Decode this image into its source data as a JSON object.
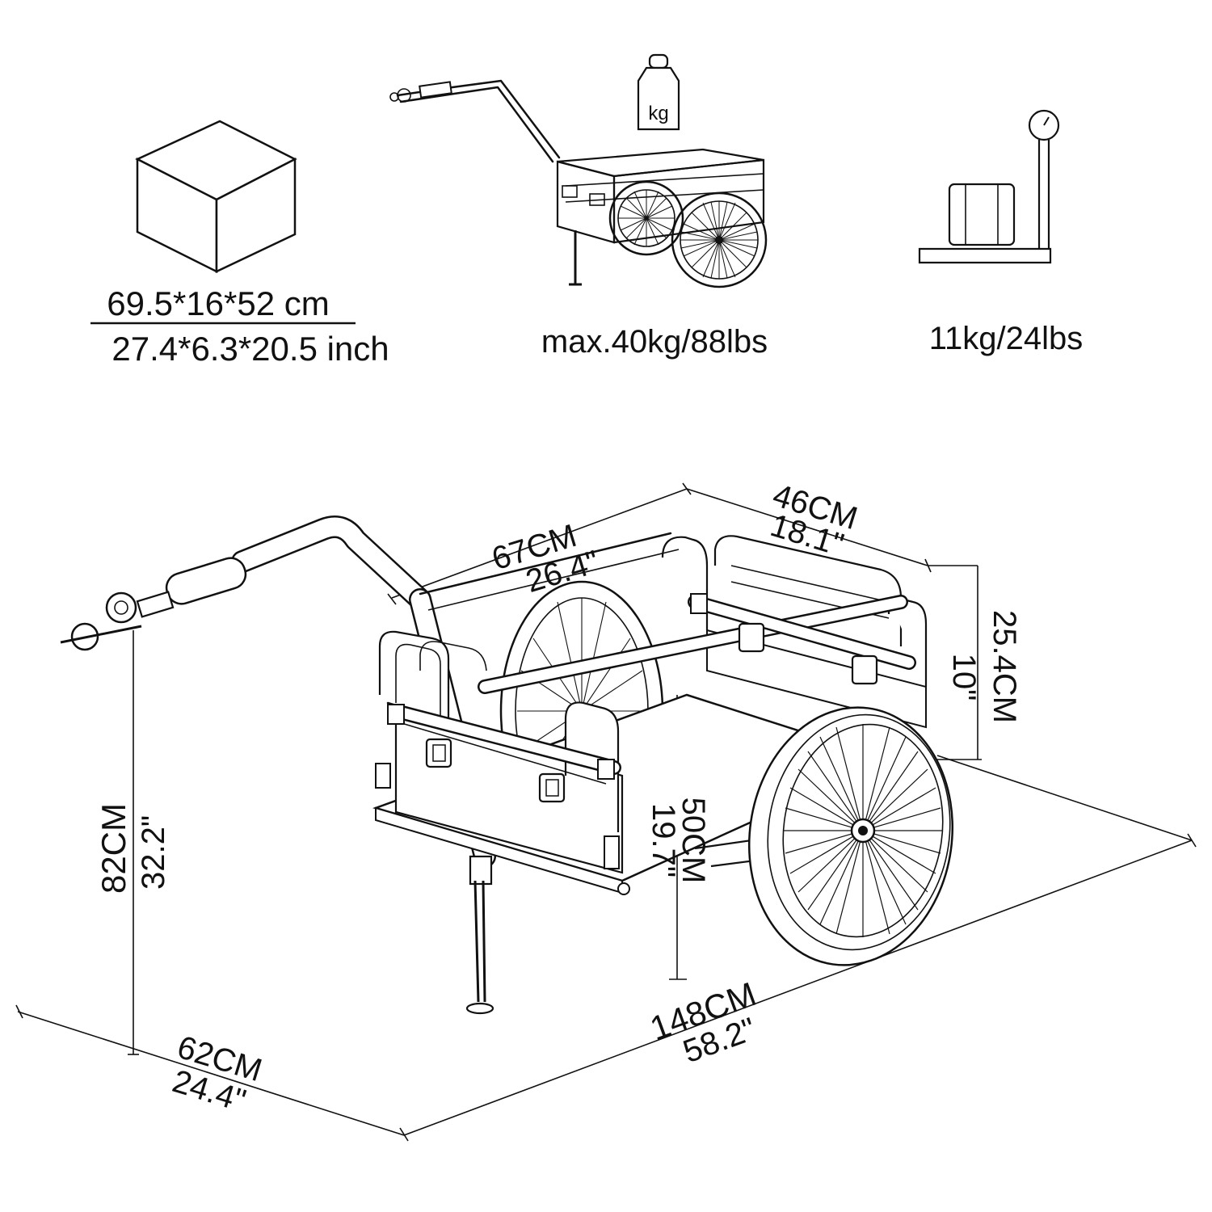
{
  "top_specs": {
    "package": {
      "icon": "box-icon",
      "cm": "69.5*16*52 cm",
      "inch": "27.4*6.3*20.5 inch"
    },
    "max_load": {
      "icon": "weight-kg-icon",
      "weight_label": "kg",
      "text": "max.40kg/88lbs"
    },
    "net_weight": {
      "icon": "scale-icon",
      "text": "11kg/24lbs"
    }
  },
  "dimensions": {
    "length_cargo": {
      "cm": "67CM",
      "inch": "26.4\""
    },
    "width_cargo": {
      "cm": "46CM",
      "inch": "18.1\""
    },
    "height_side": {
      "cm": "25.4CM",
      "inch": "10\""
    },
    "height_total": {
      "cm": "82CM",
      "inch": "32.2\""
    },
    "height_floor": {
      "cm": "50CM",
      "inch": "19.7\""
    },
    "length_total": {
      "cm": "148CM",
      "inch": "58.2\""
    },
    "width_total": {
      "cm": "62CM",
      "inch": "24.4\""
    }
  }
}
